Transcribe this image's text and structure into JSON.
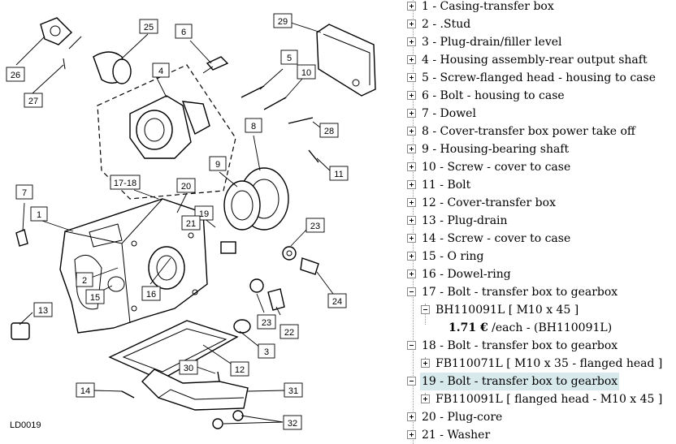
{
  "diagram": {
    "code": "LD0019",
    "callouts": [
      "1",
      "2",
      "3",
      "4",
      "5",
      "6",
      "7",
      "8",
      "9",
      "10",
      "11",
      "12",
      "13",
      "14",
      "15",
      "16",
      "17-18",
      "19",
      "20",
      "21",
      "22",
      "23",
      "23",
      "24",
      "25",
      "26",
      "27",
      "28",
      "29",
      "30",
      "31",
      "32"
    ]
  },
  "tree": {
    "items": [
      {
        "label": "1 - Casing-transfer box"
      },
      {
        "label": "2 - .Stud"
      },
      {
        "label": "3 - Plug-drain/filler level"
      },
      {
        "label": "4 - Housing assembly-rear output shaft"
      },
      {
        "label": "5 - Screw-flanged head - housing to case"
      },
      {
        "label": "6 - Bolt - housing to case"
      },
      {
        "label": "7 - Dowel"
      },
      {
        "label": "8 - Cover-transfer box power take off"
      },
      {
        "label": "9 - Housing-bearing shaft"
      },
      {
        "label": "10 - Screw - cover to case"
      },
      {
        "label": "11 - Bolt"
      },
      {
        "label": "12 - Cover-transfer box"
      },
      {
        "label": "13 - Plug-drain"
      },
      {
        "label": "14 - Screw - cover to case"
      },
      {
        "label": "15 - O ring"
      },
      {
        "label": "16 - Dowel-ring"
      },
      {
        "label": "17 - Bolt - transfer box to gearbox"
      },
      {
        "label": "BH110091L [ M10 x 45 ]"
      },
      {
        "price": "1.71 €",
        "suffix": " /each - (BH110091L)"
      },
      {
        "label": "18 - Bolt - transfer box to gearbox"
      },
      {
        "label": "FB110071L [ M10 x 35 - flanged head ]"
      },
      {
        "label": "19 - Bolt - transfer box to gearbox"
      },
      {
        "label": "FB110091L [ flanged head - M10 x 45 ]"
      },
      {
        "label": "20 - Plug-core"
      },
      {
        "label": "21 - Washer"
      }
    ]
  },
  "colors": {
    "selected_row": "#d8e9ec"
  },
  "icons": {
    "collapsed": "plus-box-icon",
    "expanded": "minus-box-icon"
  }
}
